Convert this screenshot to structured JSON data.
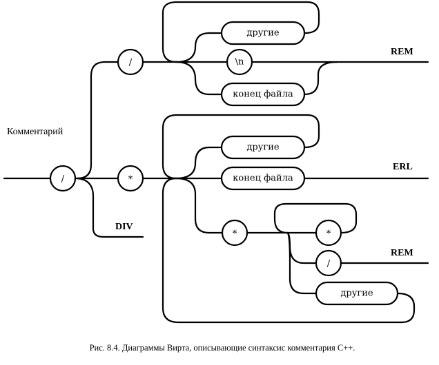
{
  "diagram": {
    "title": "Комментарий",
    "caption": "Рис. 8.4. Диаграммы Вирта, описывающие синтаксис комментария С++.",
    "nodes": {
      "start_slash": "/",
      "top_slash": "/",
      "mid_star": "*",
      "top_drugie": "другие",
      "top_newline": "\\n",
      "top_eof": "конец файла",
      "mid_drugie": "другие",
      "mid_eof": "конец файла",
      "low_star": "*",
      "inner_star": "*",
      "inner_slash": "/",
      "inner_drugie": "другие"
    },
    "outputs": {
      "rem_top": "REM",
      "erl": "ERL",
      "div": "DIV",
      "rem_bottom": "REM"
    }
  }
}
